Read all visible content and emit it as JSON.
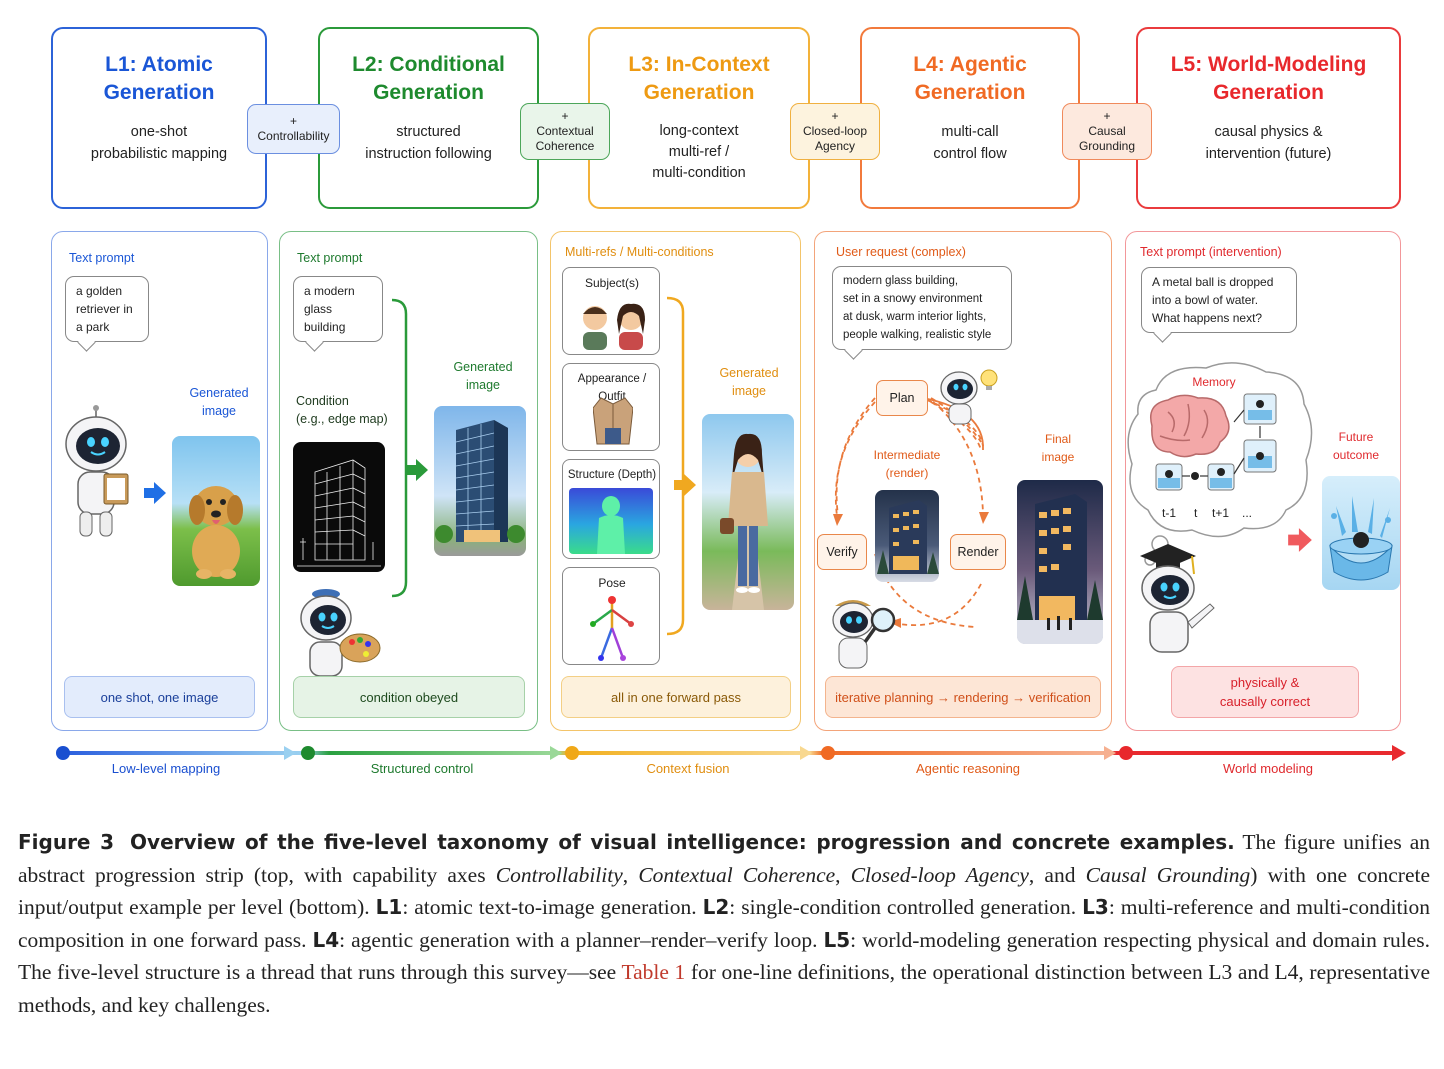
{
  "levels": [
    {
      "title1": "L1: Atomic",
      "title2": "Generation",
      "desc": [
        "one-shot",
        "probabilistic mapping"
      ]
    },
    {
      "title1": "L2: Conditional",
      "title2": "Generation",
      "desc": [
        "structured",
        "instruction following"
      ]
    },
    {
      "title1": "L3: In-Context",
      "title2": "Generation",
      "desc": [
        "long-context",
        "multi-ref /",
        "multi-condition"
      ]
    },
    {
      "title1": "L4: Agentic",
      "title2": "Generation",
      "desc": [
        "multi-call",
        "control flow"
      ]
    },
    {
      "title1": "L5: World-Modeling",
      "title2": "Generation",
      "desc": [
        "causal physics &",
        "intervention (future)"
      ]
    }
  ],
  "axes": [
    {
      "plus": "+",
      "l1": "Controllability",
      "l2": ""
    },
    {
      "plus": "+",
      "l1": "Contextual",
      "l2": "Coherence"
    },
    {
      "plus": "+",
      "l1": "Closed-loop",
      "l2": "Agency"
    },
    {
      "plus": "+",
      "l1": "Causal",
      "l2": "Grounding"
    }
  ],
  "panel1": {
    "label": "Text prompt",
    "prompt": [
      "a golden",
      "retriever in",
      "a park"
    ],
    "gen1": "Generated",
    "gen2": "image",
    "caption": "one shot, one image"
  },
  "panel2": {
    "label": "Text prompt",
    "prompt": [
      "a modern",
      "glass",
      "building"
    ],
    "cond1": "Condition",
    "cond2": "(e.g., edge map)",
    "gen1": "Generated",
    "gen2": "image",
    "caption": "condition obeyed"
  },
  "panel3": {
    "label": "Multi-refs / Multi-conditions",
    "refs": [
      "Subject(s)",
      "Appearance / Outfit",
      "Structure (Depth)",
      "Pose"
    ],
    "gen1": "Generated",
    "gen2": "image",
    "caption": "all in one forward pass"
  },
  "panel4": {
    "label": "User request (complex)",
    "request": [
      "modern glass building,",
      "set in a snowy environment",
      "at dusk, warm interior lights,",
      "people walking, realistic style"
    ],
    "plan": "Plan",
    "verify": "Verify",
    "render": "Render",
    "inter1": "Intermediate",
    "inter2": "(render)",
    "final1": "Final",
    "final2": "image",
    "caption": "iterative planning → rendering → verification"
  },
  "panel5": {
    "label": "Text prompt (intervention)",
    "prompt": [
      "A metal ball is dropped",
      "into a bowl of water.",
      "What happens next?"
    ],
    "memory": "Memory",
    "ticks": [
      "t-1",
      "t",
      "t+1",
      "..."
    ],
    "future1": "Future",
    "future2": "outcome",
    "cap1": "physically &",
    "cap2": "causally correct"
  },
  "flow": [
    "Low-level mapping",
    "Structured control",
    "Context fusion",
    "Agentic reasoning",
    "World modeling"
  ],
  "caption": {
    "fig_label": "Figure 3",
    "fig_title": "Overview of the five-level taxonomy of visual intelligence: progression and concrete examples.",
    "t1": " The figure unifies an abstract progression strip (top, with capability axes ",
    "i1": "Controllability",
    "t2": ", ",
    "i2": "Contextual Coherence",
    "t3": ", ",
    "i3": "Closed-loop Agency",
    "t4": ", and ",
    "i4": "Causal Grounding",
    "t5": ") with one concrete input/output example per level (bottom). ",
    "b1": "L1",
    "t6": ": atomic text-to-image generation. ",
    "b2": "L2",
    "t7": ": single-condition controlled generation. ",
    "b3": "L3",
    "t8": ": multi-reference and multi-condition composition in one forward pass. ",
    "b4": "L4",
    "t9": ": agentic generation with a planner–render–verify loop. ",
    "b5": "L5",
    "t10": ": world-modeling generation respecting physical and domain rules. The five-level structure is a thread that runs through this survey—see ",
    "link": "Table 1",
    "t11": " for one-line definitions, the operational distinction between L3 and L4, representative methods, and key challenges."
  },
  "colors": {
    "l1": "#1a56d6",
    "l2": "#1e8a2e",
    "l3": "#f0a020",
    "l4": "#f06a24",
    "l5": "#e8282c"
  }
}
